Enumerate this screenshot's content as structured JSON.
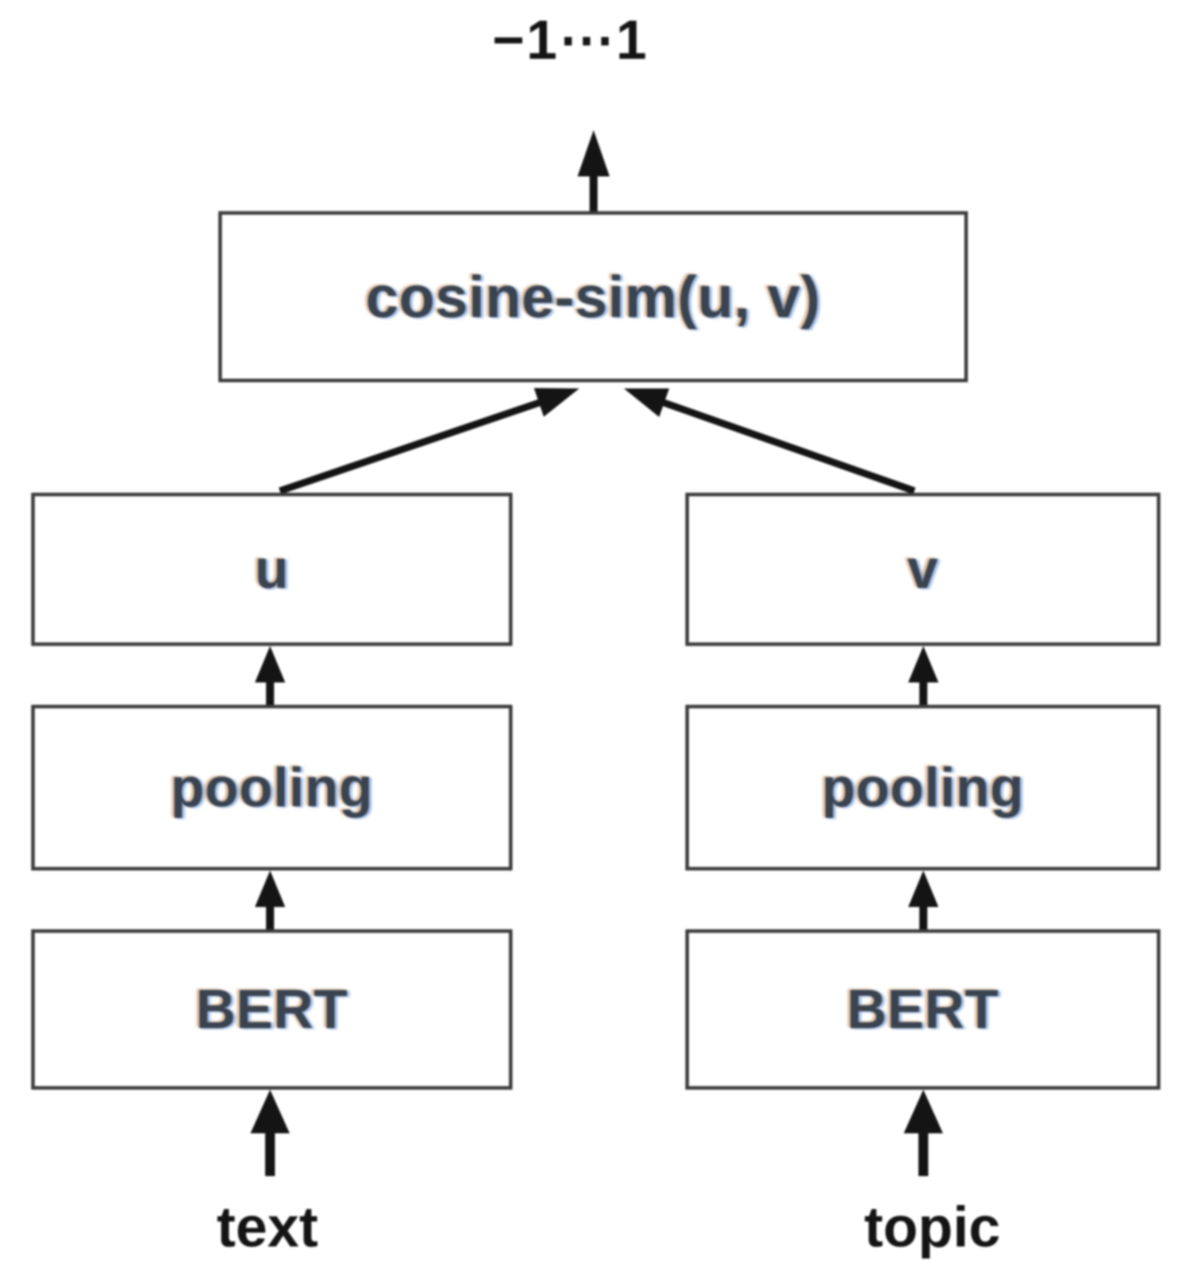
{
  "diagram": {
    "output_range_label": "−1⋯1",
    "nodes": {
      "cosine": "cosine-sim(u, v)",
      "u": "u",
      "v": "v",
      "pooling_left": "pooling",
      "pooling_right": "pooling",
      "bert_left": "BERT",
      "bert_right": "BERT"
    },
    "inputs": {
      "left": "text",
      "right": "topic"
    },
    "colors": {
      "background": "#ffffff",
      "box_border": "#3d3d3d",
      "box_fill": "#ffffff",
      "box_label": "#3a4350",
      "arrow": "#141414",
      "io_label": "#141414"
    }
  }
}
